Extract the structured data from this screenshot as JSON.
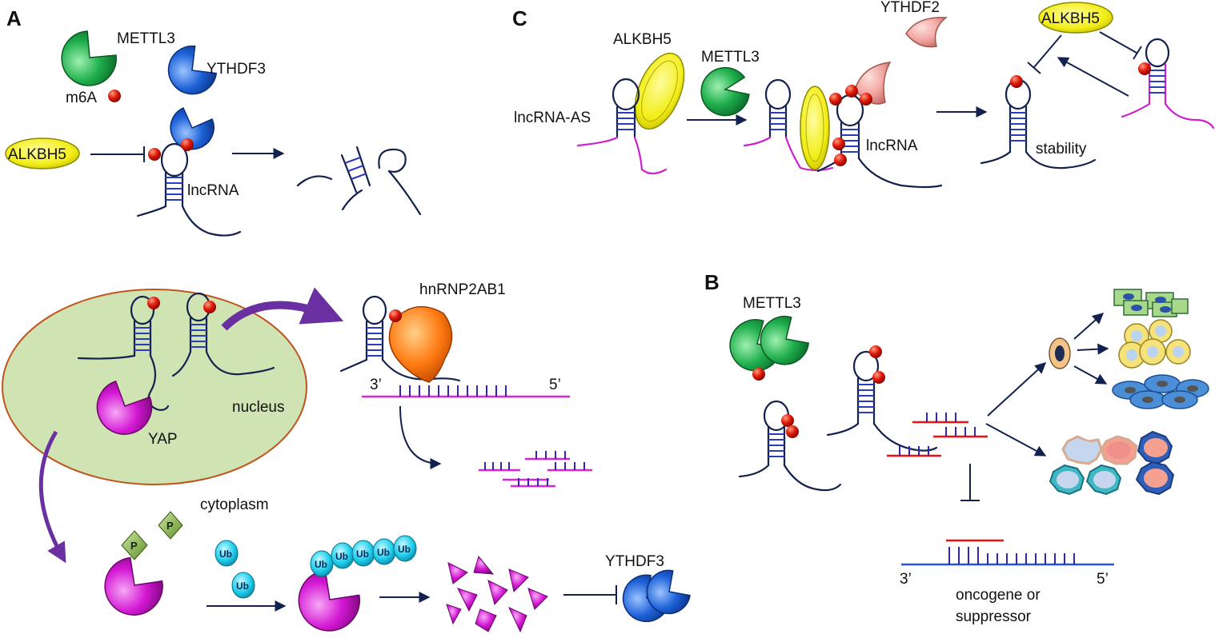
{
  "panels": {
    "A": {
      "letter": "A",
      "labels": {
        "mettl3": "METTL3",
        "ythdf3_top": "YTHDF3",
        "m6a": "m6A",
        "alkbh5": "ALKBH5",
        "lncrna": "lncRNA",
        "hnrnp": "hnRNP2AB1",
        "three_prime": "3’",
        "five_prime": "5’",
        "nucleus": "nucleus",
        "yap": "YAP",
        "cytoplasm": "cytoplasm",
        "phospho": "P",
        "ub": "Ub",
        "ythdf3_bottom": "YTHDF3"
      }
    },
    "B": {
      "letter": "B",
      "labels": {
        "mettl3": "METTL3",
        "three_prime": "3’",
        "five_prime": "5’",
        "target_line1": "oncogene or",
        "target_line2": "suppressor"
      }
    },
    "C": {
      "letter": "C",
      "labels": {
        "ythdf2": "YTHDF2",
        "alkbh5_left": "ALKBH5",
        "alkbh5_right": "ALKBH5",
        "mettl3": "METTL3",
        "lncrna_as": "lncRNA-AS",
        "lncrna": "lncRNA",
        "stability": "stability"
      }
    }
  },
  "colors": {
    "green_protein": "#17a34a",
    "blue_protein": "#1d5fd6",
    "yellow_protein": "#f4f022",
    "orange_protein": "#ff7a12",
    "magenta_protein": "#d418d4",
    "pink_protein": "#f2a6a0",
    "m6a_dot": "#dd1a0a",
    "nucleus_fill": "#cfe3b3",
    "nucleus_edge": "#c0541e",
    "ub_fill": "#22d0ee",
    "arrow_purple": "#6a2fa0"
  }
}
